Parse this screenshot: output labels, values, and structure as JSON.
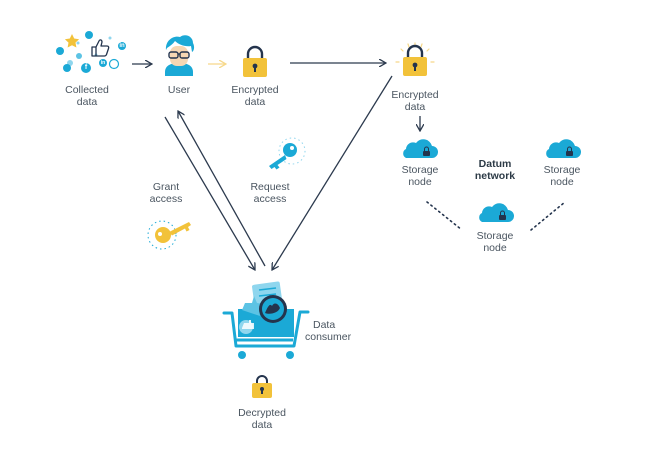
{
  "labels": {
    "collected_1": "Collected",
    "collected_2": "data",
    "user": "User",
    "encrypted_a_1": "Encrypted",
    "encrypted_a_2": "data",
    "encrypted_b_1": "Encrypted",
    "encrypted_b_2": "data",
    "storage_left_1": "Storage",
    "storage_left_2": "node",
    "datum_1": "Datum",
    "datum_2": "network",
    "storage_right_1": "Storage",
    "storage_right_2": "node",
    "storage_bottom_1": "Storage",
    "storage_bottom_2": "node",
    "grant_1": "Grant",
    "grant_2": "access",
    "request_1": "Request",
    "request_2": "access",
    "consumer_1": "Data",
    "consumer_2": "consumer",
    "decrypted_1": "Decrypted",
    "decrypted_2": "data"
  },
  "social_badges": [
    "in",
    "f",
    "in"
  ],
  "colors": {
    "primary_blue": "#1ba9d6",
    "dark_navy": "#24344d",
    "gold": "#f2c23a",
    "light_yellow": "#f6d88a",
    "arrow": "#2c3a4e",
    "text": "#4a5560"
  }
}
